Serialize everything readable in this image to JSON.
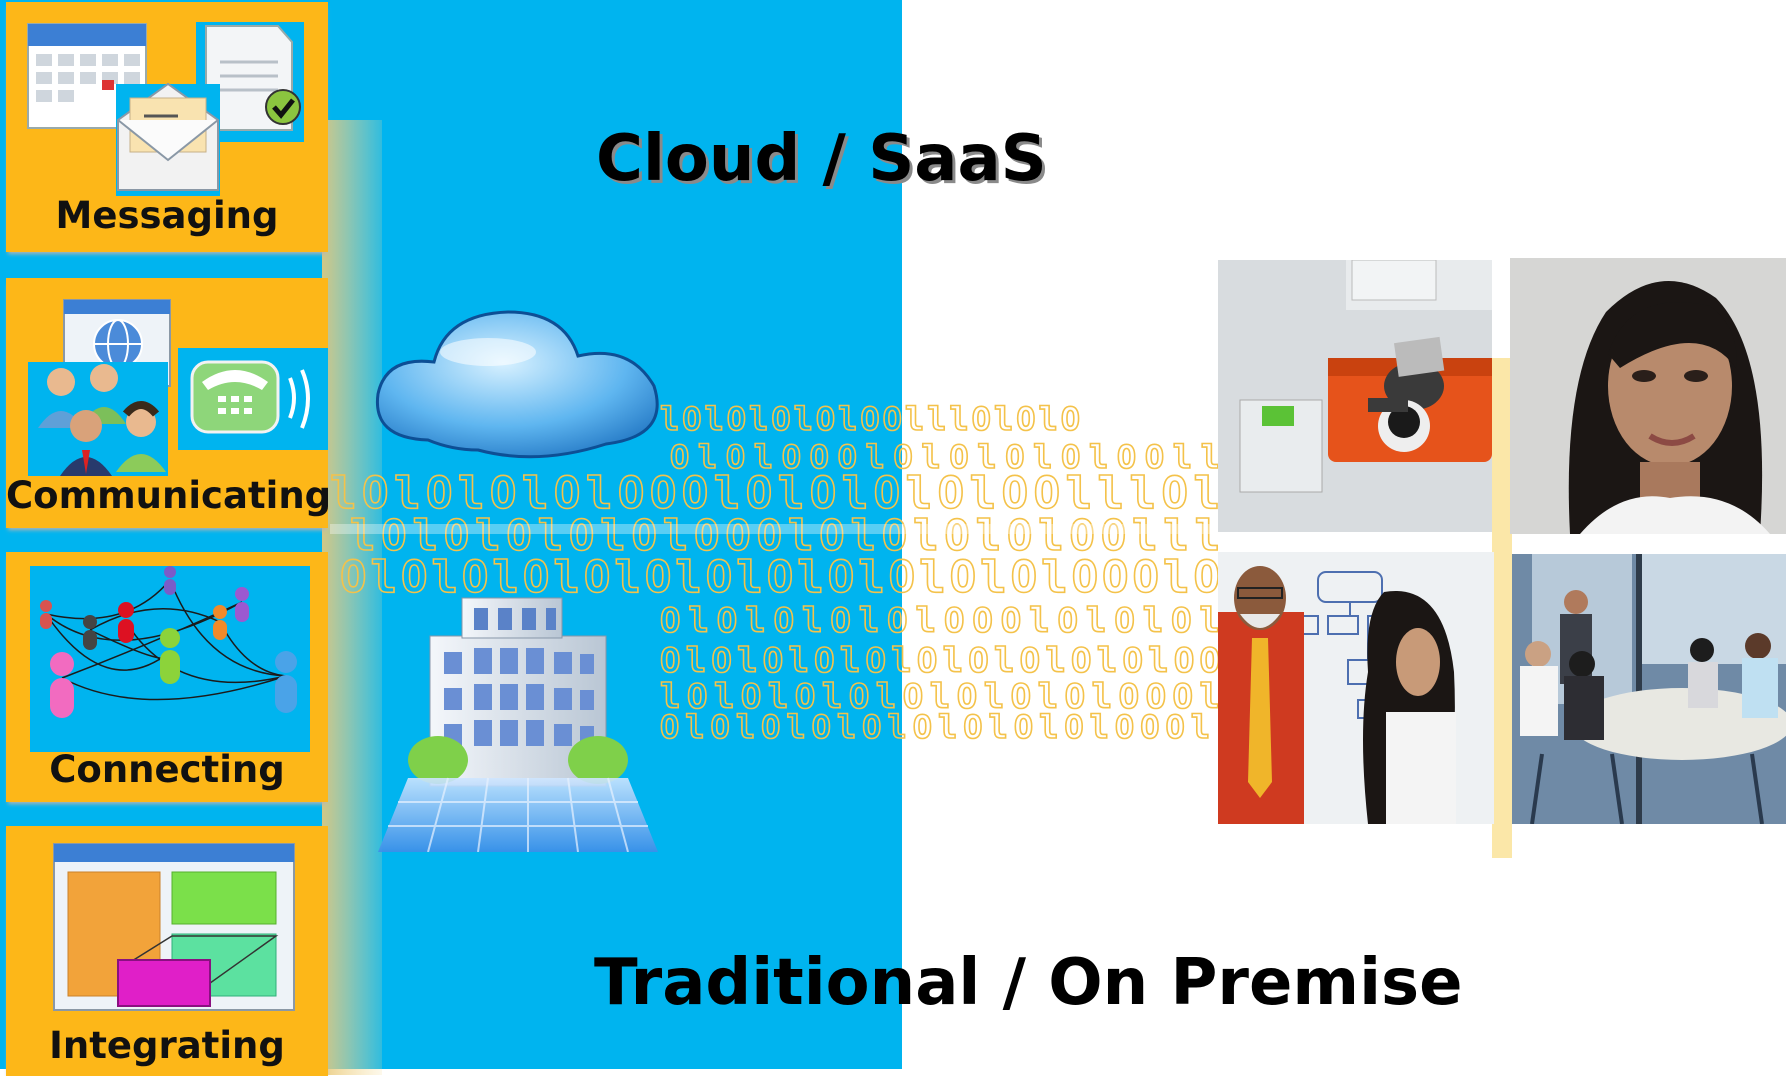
{
  "tiles": [
    {
      "label": "Messaging"
    },
    {
      "label": "Communicating"
    },
    {
      "label": "Connecting"
    },
    {
      "label": "Integrating"
    }
  ],
  "headings": {
    "cloud": "Cloud / SaaS",
    "on_premise": "Traditional / On Premise"
  },
  "icons": [
    "calendar-icon",
    "document-check-icon",
    "envelope-icon",
    "globe-window-icon",
    "people-group-icon",
    "phone-icon",
    "network-people-icon",
    "dashboard-window-icon",
    "cloud-icon",
    "office-building-icon"
  ],
  "colors": {
    "panel": "#00b4ef",
    "tile": "#fdb718",
    "binary": "#f4c24a"
  }
}
